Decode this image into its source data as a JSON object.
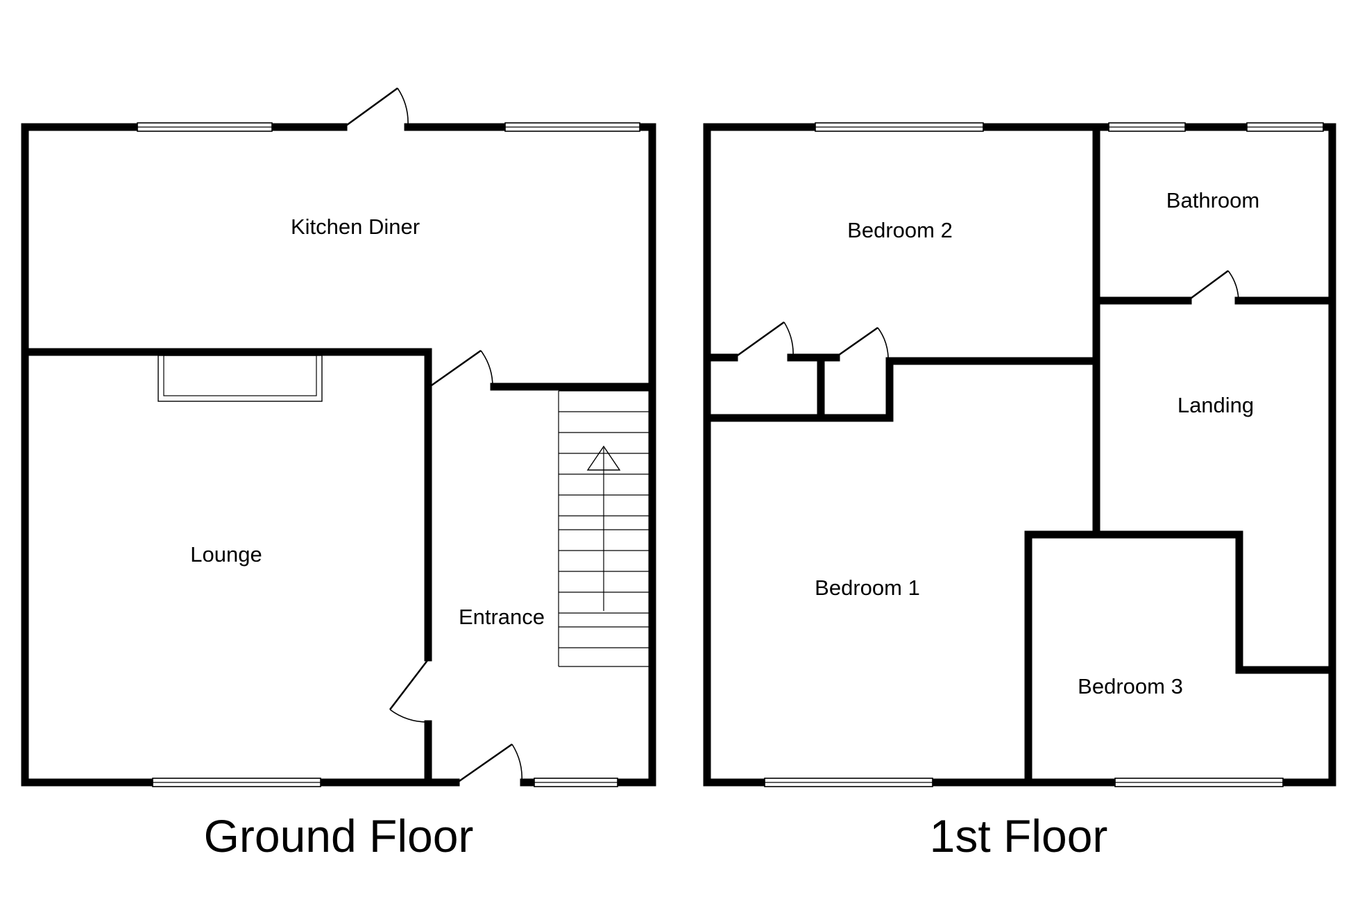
{
  "floors": [
    {
      "title": "Ground Floor",
      "rooms": [
        "Kitchen Diner",
        "Lounge",
        "Entrance"
      ]
    },
    {
      "title": "1st Floor",
      "rooms": [
        "Bedroom 2",
        "Bathroom",
        "Landing",
        "Bedroom 1",
        "Bedroom 3"
      ]
    }
  ]
}
